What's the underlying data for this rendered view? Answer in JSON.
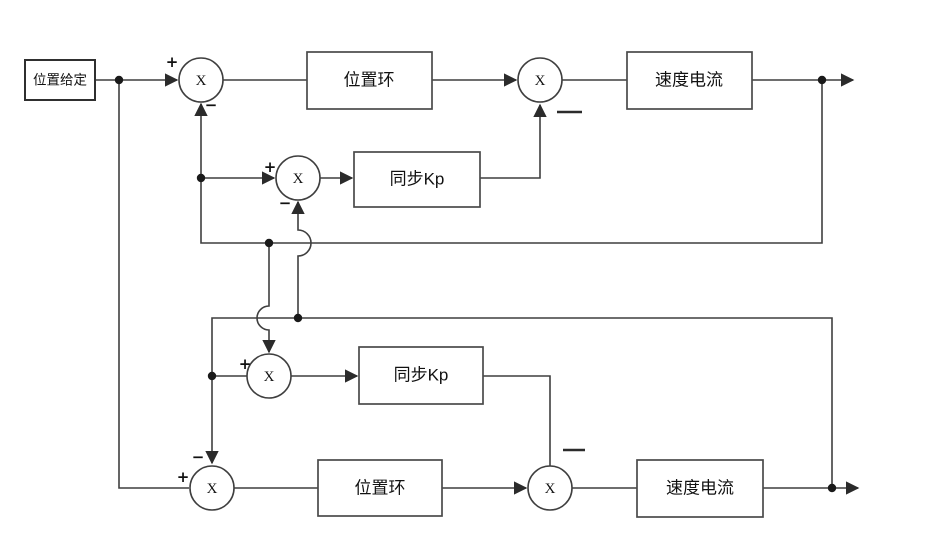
{
  "diagram": {
    "background_color": "#ffffff",
    "line_color": "#3f3f3f",
    "text_color": "#111111",
    "blocks": {
      "position_ref": {
        "label": "位置给定"
      },
      "position_loop_top": {
        "label": "位置环"
      },
      "speed_current_top": {
        "label": "速度电流"
      },
      "sync_kp_top": {
        "label": "同步Kp"
      },
      "sync_kp_bottom": {
        "label": "同步Kp"
      },
      "position_loop_bottom": {
        "label": "位置环"
      },
      "speed_current_bottom": {
        "label": "速度电流"
      }
    },
    "summers": {
      "symbol": "X"
    },
    "signs": {
      "plus": "+",
      "minus": "−"
    }
  }
}
